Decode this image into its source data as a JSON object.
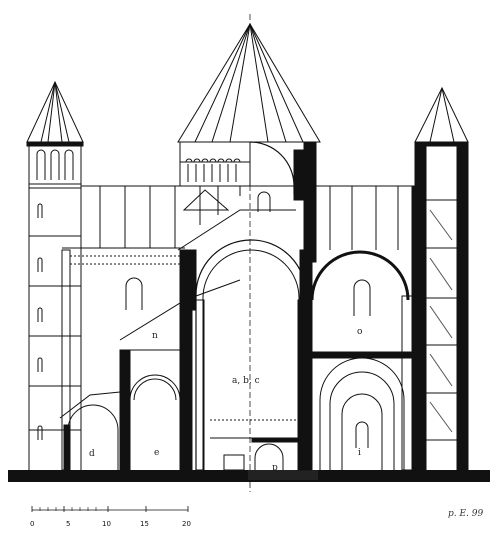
{
  "labels": {
    "d": "d",
    "e": "e",
    "n": "n",
    "center": "a, b, c",
    "p": "p",
    "o": "o",
    "i": "i"
  },
  "scale": {
    "ticks": [
      "0",
      "5",
      "10",
      "15",
      "20"
    ]
  },
  "signature": "p. E. 99",
  "colors": {
    "ink": "#111111",
    "paper": "#ffffff"
  }
}
